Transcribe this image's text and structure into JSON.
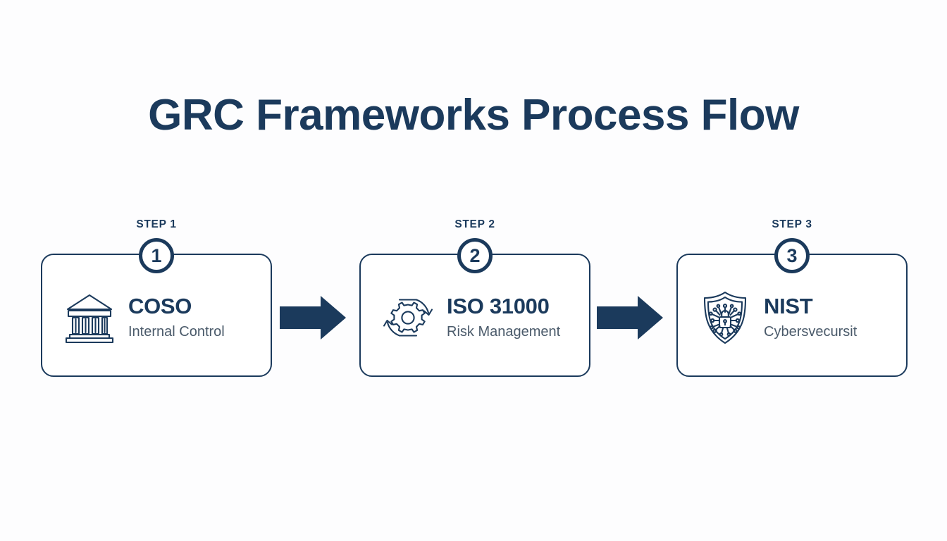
{
  "slide": {
    "title": "GRC Frameworks Process Flow",
    "background_color": "#fdfdfe",
    "accent_color": "#1b3a5c",
    "subtitle_color": "#4a5a6a"
  },
  "steps": [
    {
      "step_label": "STEP 1",
      "badge_number": "1",
      "icon": "bank-building-icon",
      "framework": "COSO",
      "description": "Internal Control"
    },
    {
      "step_label": "STEP 2",
      "badge_number": "2",
      "icon": "gear-cycle-icon",
      "framework": "ISO 31000",
      "description": "Risk Management"
    },
    {
      "step_label": "STEP 3",
      "badge_number": "3",
      "icon": "shield-lock-network-icon",
      "framework": "NIST",
      "description": "Cybersvecursit"
    }
  ],
  "connectors": [
    {
      "name": "arrow-step1-to-step2",
      "direction": "right"
    },
    {
      "name": "arrow-step2-to-step3",
      "direction": "right"
    }
  ]
}
